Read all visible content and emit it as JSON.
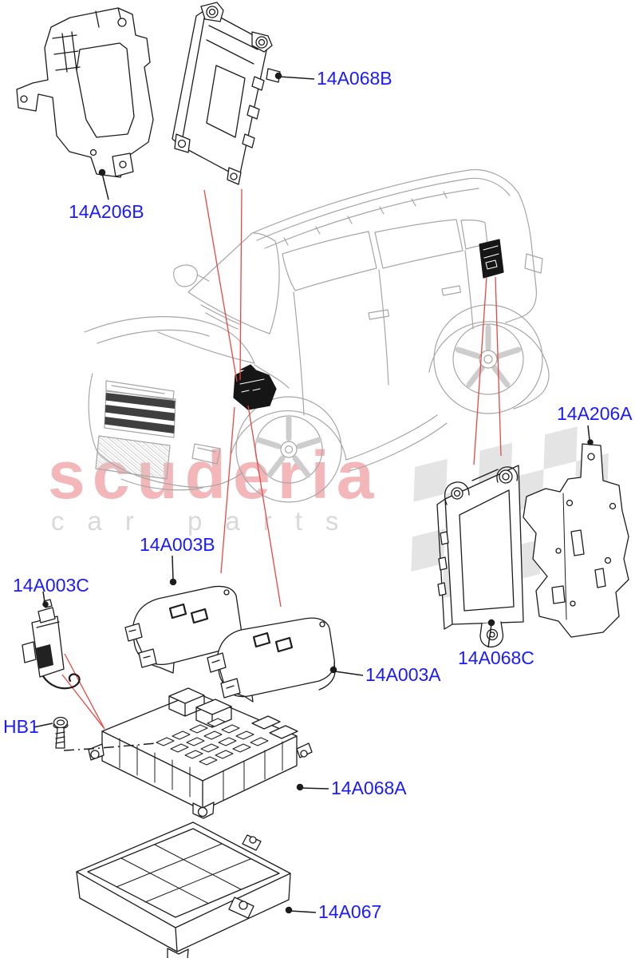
{
  "watermark": {
    "brand": "scuderia",
    "subtitle": "car parts"
  },
  "parts": [
    {
      "code": "14A206B"
    },
    {
      "code": "14A068B"
    },
    {
      "code": "14A003B"
    },
    {
      "code": "14A003C"
    },
    {
      "code": "14A003A"
    },
    {
      "code": "14A206A"
    },
    {
      "code": "14A068C"
    },
    {
      "code": "14A068A"
    },
    {
      "code": "HB1"
    },
    {
      "code": "14A067"
    }
  ],
  "colors": {
    "label_blue": "#1a1aff",
    "leader_black": "#1c1c1c",
    "callout_red": "#e84743",
    "car_line_gray": "#a6a6a6",
    "watermark_pink": "#f3b7ba",
    "watermark_gray": "#d9d9d9",
    "checker_gray": "#e4e4e4"
  }
}
